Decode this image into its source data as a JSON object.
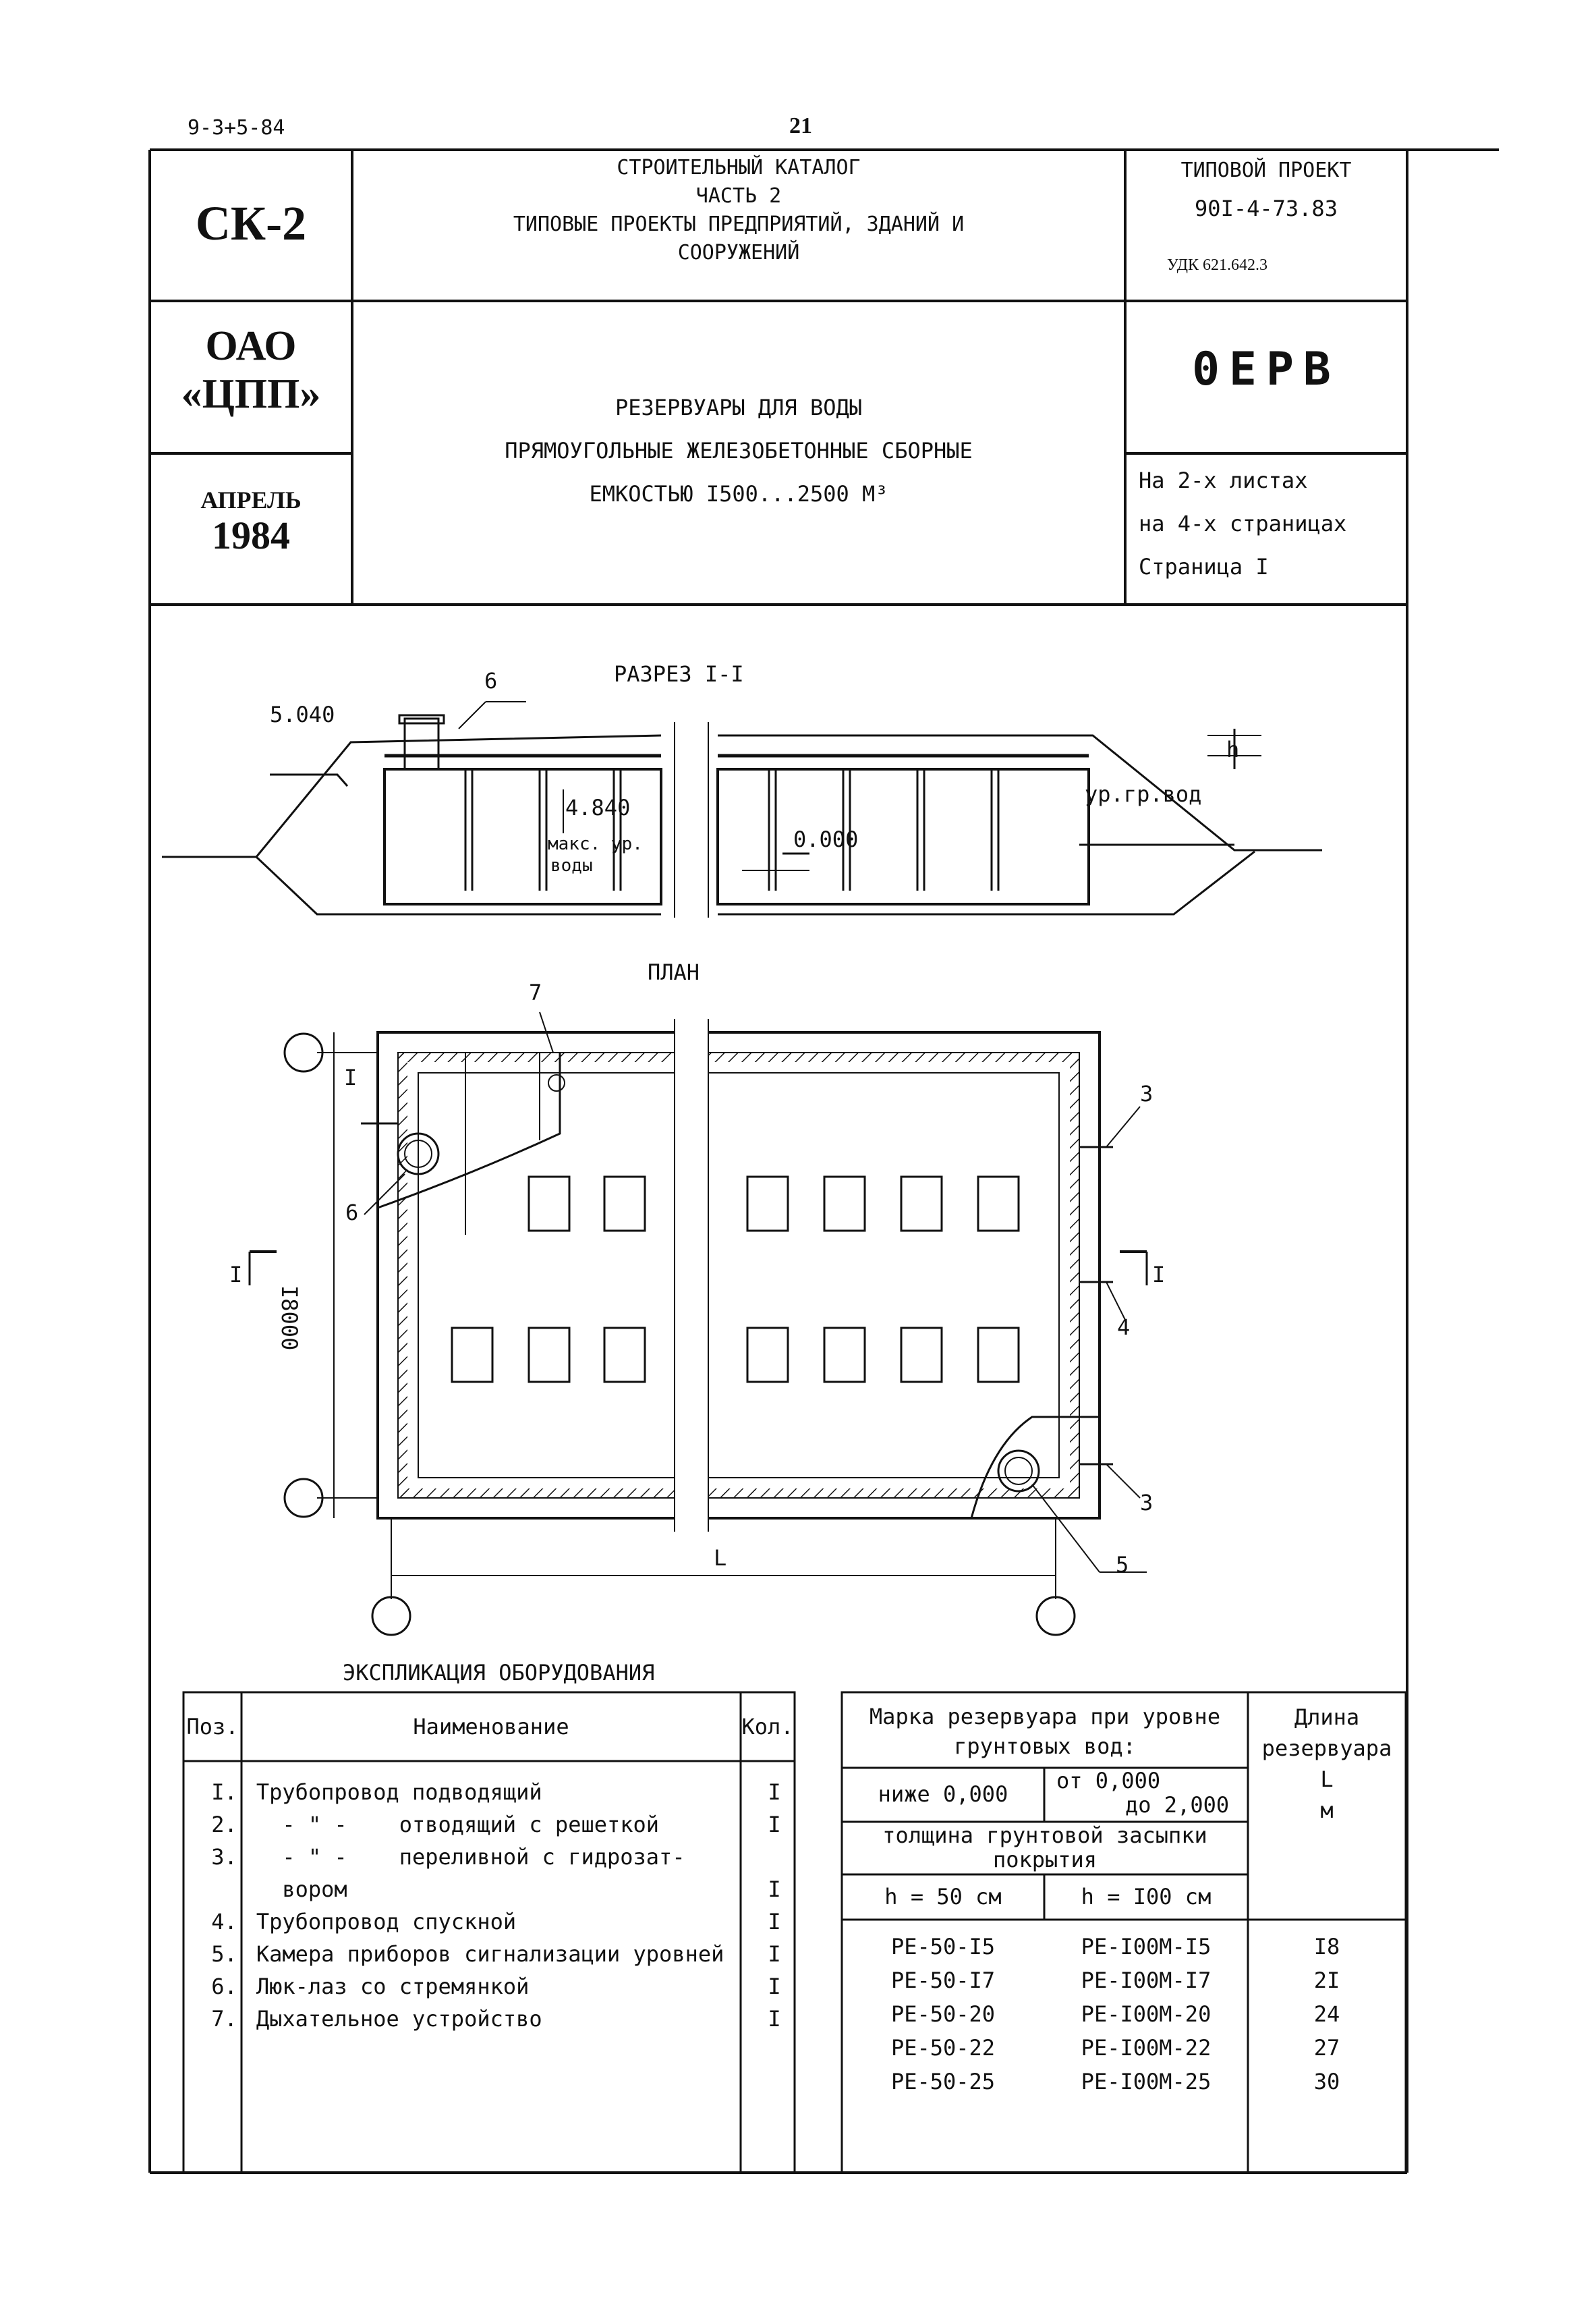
{
  "header": {
    "doc_code": "9-3+5-84",
    "page_number": "21",
    "catalog_id": "СК-2",
    "catalog_lines": [
      "СТРОИТЕЛЬНЫЙ КАТАЛОГ",
      "ЧАСТЬ 2",
      "ТИПОВЫЕ ПРОЕКТЫ ПРЕДПРИЯТИЙ, ЗДАНИЙ И",
      "СООРУЖЕНИЙ"
    ],
    "project_label": "ТИПОВОЙ ПРОЕКТ",
    "project_number": "90I-4-73.83",
    "udk": "УДК 621.642.3",
    "org_lines": [
      "ОАО",
      "«ЦПП»"
    ],
    "month": "АПРЕЛЬ",
    "year": "1984",
    "title_lines": [
      "РЕЗЕРВУАРЫ ДЛЯ ВОДЫ",
      "ПРЯМОУГОЛЬНЫЕ ЖЕЛЕЗОБЕТОННЫЕ СБОРНЫЕ",
      "ЕМКОСТЬЮ I500...2500 М³"
    ],
    "classifier_code": "0ЕРВ",
    "sheet_lines": [
      "На 2-х листах",
      "на 4-х страницах",
      "Страница I"
    ]
  },
  "section": {
    "title": "РАЗРЕЗ I-I",
    "elev_top": "5.040",
    "elev_mid": "4.840",
    "elev_zero": "0.000",
    "max_level_1": "макс. ур.",
    "max_level_2": "воды",
    "gw_level": "ур.гр.вод",
    "h_label": "h",
    "callout_6": "6"
  },
  "plan": {
    "title": "ПЛАН",
    "width_dim": "I8000",
    "length_dim": "L",
    "section_mark": "I",
    "callouts": [
      "7",
      "6",
      "3",
      "4",
      "3",
      "5"
    ],
    "cut_mark_left": "I",
    "cut_mark_right": "I"
  },
  "equipment": {
    "title": "ЭКСПЛИКАЦИЯ ОБОРУДОВАНИЯ",
    "headers": [
      "Поз.",
      "Наименование",
      "Кол."
    ],
    "rows": [
      {
        "pos": "I.",
        "name": "Трубопровод подводящий",
        "qty": "I"
      },
      {
        "pos": "2.",
        "name": "  - \" -    отводящий с решеткой",
        "qty": "I"
      },
      {
        "pos": "3.",
        "name": "  - \" -    переливной с гидрозат-",
        "qty": ""
      },
      {
        "pos": "",
        "name": "  вором",
        "qty": "I"
      },
      {
        "pos": "4.",
        "name": "Трубопровод спускной",
        "qty": "I"
      },
      {
        "pos": "5.",
        "name": "Камера приборов сигнализации уровней",
        "qty": "I"
      },
      {
        "pos": "6.",
        "name": "Люк-лаз со стремянкой",
        "qty": "I"
      },
      {
        "pos": "7.",
        "name": "Дыхательное устройство",
        "qty": "I"
      }
    ]
  },
  "marks": {
    "header_main_1": "Марка резервуара при уровне",
    "header_main_2": "грунтовых вод:",
    "below": "ниже 0,000",
    "from_1": "от 0,000",
    "from_2": "до 2,000",
    "cover_1": "толщина грунтовой засыпки",
    "cover_2": "покрытия",
    "h50": "h = 50 см",
    "h100": "h = I00 см",
    "length_header_1": "Длина",
    "length_header_2": "резервуара",
    "length_header_3": "L",
    "length_header_4": "м",
    "rows": [
      {
        "m50": "РЕ-50-I5",
        "m100": "РЕ-I00М-I5",
        "len": "I8"
      },
      {
        "m50": "РЕ-50-I7",
        "m100": "РЕ-I00М-I7",
        "len": "2I"
      },
      {
        "m50": "РЕ-50-20",
        "m100": "РЕ-I00М-20",
        "len": "24"
      },
      {
        "m50": "РЕ-50-22",
        "m100": "РЕ-I00М-22",
        "len": "27"
      },
      {
        "m50": "РЕ-50-25",
        "m100": "РЕ-I00М-25",
        "len": "30"
      }
    ]
  }
}
